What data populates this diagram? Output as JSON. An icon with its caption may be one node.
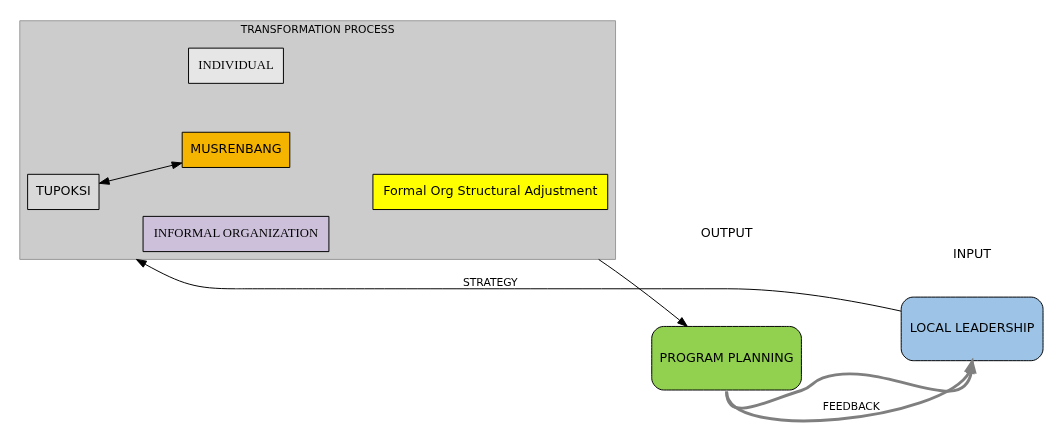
{
  "diagram": {
    "nodes": [
      {
        "text": [
          "LOCAL LEADERSHIP"
        ]
      },
      {
        "text": [
          "TRANSFORMATION PROCESS"
        ]
      },
      {
        "text": [
          "INFORMAL ORGANIZATION"
        ],
        "in": 1
      },
      {
        "text": [
          "TUPOKSI"
        ],
        "in": 1
      },
      {
        "text": [
          "MUSRENBANG"
        ],
        "in": 1
      },
      {
        "text": [
          "Formal Org Structural Adjustment"
        ],
        "in": 1
      },
      {
        "text": [
          "INDIVIDUAL"
        ],
        "in": 1
      },
      {
        "text": [
          "PROGRAM PLANNING"
        ]
      }
    ],
    "edges": [
      {
        "from": 0,
        "to": 1,
        "arrow": "to",
        "label": "STRATEGY"
      },
      {
        "from": 3,
        "to": 4,
        "arrow": "both"
      },
      {
        "from": 1,
        "to": 7,
        "arrow": "to"
      },
      {
        "from": 7,
        "to": 0,
        "arrow": "to",
        "style": "thick",
        "color": "#7f7f7f"
      },
      {
        "from": 7,
        "to": 0,
        "arrow": "to",
        "style": "thick",
        "color": "#7f7f7f",
        "label": "FEEDBACK"
      }
    ],
    "labels": [
      "INPUT",
      "OUTPUT"
    ]
  }
}
